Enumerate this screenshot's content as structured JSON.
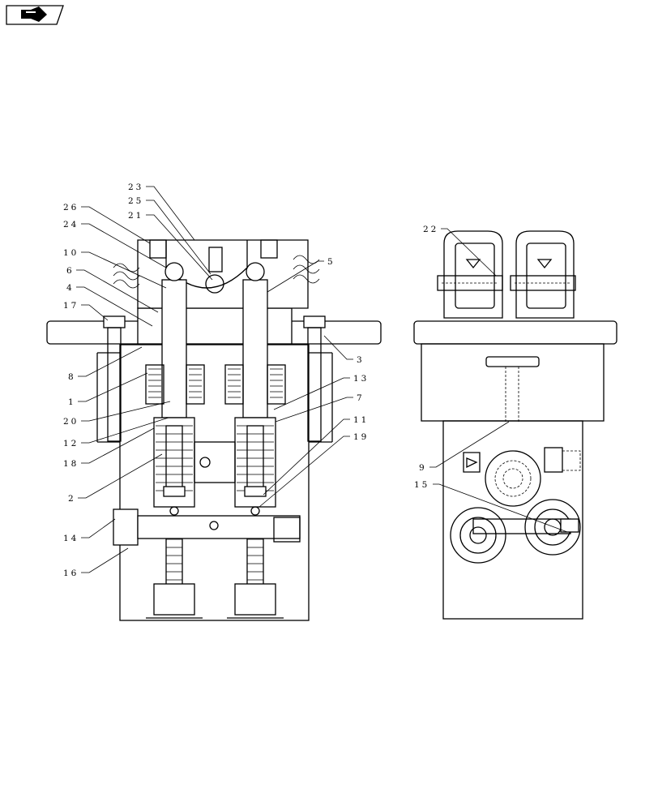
{
  "header": {
    "nav_icon": "arrow-icon"
  },
  "callouts": {
    "c1": "1",
    "c2": "2",
    "c3": "3",
    "c4": "4",
    "c5": "5",
    "c6": "6",
    "c7": "7",
    "c8": "8",
    "c9": "9",
    "c10": "10",
    "c11": "11",
    "c12": "12",
    "c13": "13",
    "c14": "14",
    "c15": "15",
    "c16": "16",
    "c17": "17",
    "c18": "18",
    "c19": "19",
    "c20": "20",
    "c21": "21",
    "c22": "22",
    "c23": "23",
    "c24": "24",
    "c25": "25",
    "c26": "26"
  }
}
